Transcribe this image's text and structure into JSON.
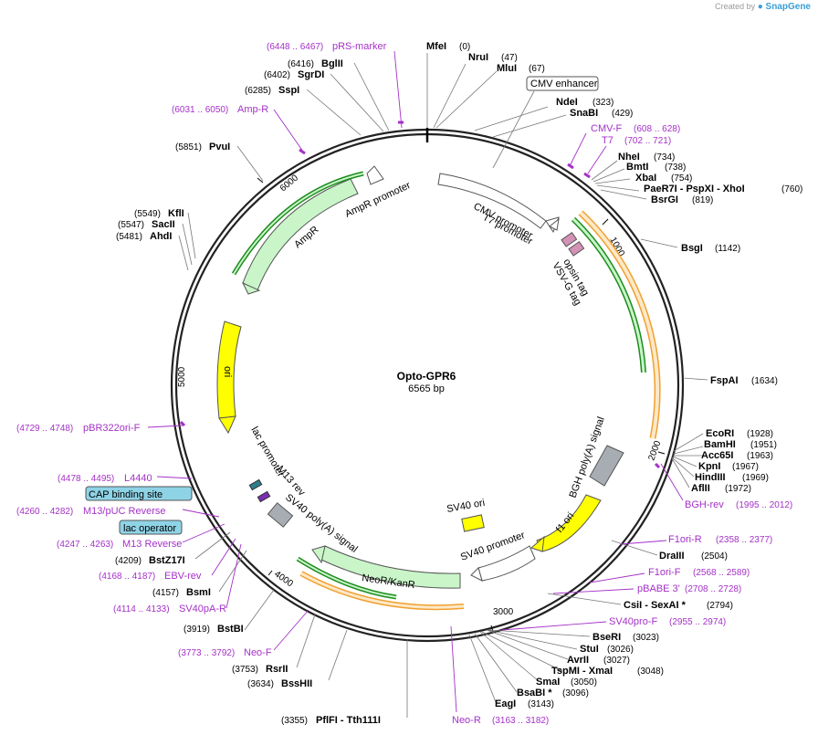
{
  "brand": {
    "prefix": "Created by",
    "name": "SnapGene"
  },
  "plasmid": {
    "name": "Opto-GPR6",
    "length": "6565 bp"
  },
  "ticks": [
    "1000",
    "2000",
    "3000",
    "4000",
    "5000",
    "6000"
  ],
  "sites": [
    {
      "name": "MfeI",
      "pos": "(0)"
    },
    {
      "name": "NruI",
      "pos": "(47)"
    },
    {
      "name": "MluI",
      "pos": "(67)"
    },
    {
      "name": "NdeI",
      "pos": "(323)"
    },
    {
      "name": "SnaBI",
      "pos": "(429)"
    },
    {
      "name": "NheI",
      "pos": "(734)"
    },
    {
      "name": "BmtI",
      "pos": "(738)"
    },
    {
      "name": "XbaI",
      "pos": "(754)"
    },
    {
      "name": "PaeR7I - PspXI - XhoI",
      "pos": "(760)"
    },
    {
      "name": "BsrGI",
      "pos": "(819)"
    },
    {
      "name": "BsgI",
      "pos": "(1142)"
    },
    {
      "name": "FspAI",
      "pos": "(1634)"
    },
    {
      "name": "EcoRI",
      "pos": "(1928)"
    },
    {
      "name": "BamHI",
      "pos": "(1951)"
    },
    {
      "name": "Acc65I",
      "pos": "(1963)"
    },
    {
      "name": "KpnI",
      "pos": "(1967)"
    },
    {
      "name": "HindIII",
      "pos": "(1969)"
    },
    {
      "name": "AflII",
      "pos": "(1972)"
    },
    {
      "name": "DraIII",
      "pos": "(2504)"
    },
    {
      "name": "CsiI - SexAI *",
      "pos": "(2794)"
    },
    {
      "name": "BseRI",
      "pos": "(3023)"
    },
    {
      "name": "StuI",
      "pos": "(3026)"
    },
    {
      "name": "AvrII",
      "pos": "(3027)"
    },
    {
      "name": "TspMI - XmaI",
      "pos": "(3048)"
    },
    {
      "name": "SmaI",
      "pos": "(3050)"
    },
    {
      "name": "BsaBI *",
      "pos": "(3096)"
    },
    {
      "name": "EagI",
      "pos": "(3143)"
    },
    {
      "name": "PflFI - Tth111I",
      "pos": "(3355)"
    },
    {
      "name": "BssHII",
      "pos": "(3634)"
    },
    {
      "name": "RsrII",
      "pos": "(3753)"
    },
    {
      "name": "BstBI",
      "pos": "(3919)"
    },
    {
      "name": "BsmI",
      "pos": "(4157)"
    },
    {
      "name": "BstZ17I",
      "pos": "(4209)"
    },
    {
      "name": "AhdI",
      "pos": "(5481)"
    },
    {
      "name": "SacII",
      "pos": "(5547)"
    },
    {
      "name": "KflI",
      "pos": "(5549)"
    },
    {
      "name": "PvuI",
      "pos": "(5851)"
    },
    {
      "name": "SspI",
      "pos": "(6285)"
    },
    {
      "name": "SgrDI",
      "pos": "(6402)"
    },
    {
      "name": "BglII",
      "pos": "(6416)"
    }
  ],
  "primers": [
    {
      "name": "pRS-marker",
      "range": "(6448 .. 6467)"
    },
    {
      "name": "Amp-R",
      "range": "(6031 .. 6050)"
    },
    {
      "name": "CMV-F",
      "range": "(608 .. 628)"
    },
    {
      "name": "T7",
      "range": "(702 .. 721)"
    },
    {
      "name": "BGH-rev",
      "range": "(1995 .. 2012)"
    },
    {
      "name": "F1ori-R",
      "range": "(2358 .. 2377)"
    },
    {
      "name": "F1ori-F",
      "range": "(2568 .. 2589)"
    },
    {
      "name": "pBABE 3'",
      "range": "(2708 .. 2728)"
    },
    {
      "name": "SV40pro-F",
      "range": "(2955 .. 2974)"
    },
    {
      "name": "Neo-R",
      "range": "(3163 .. 3182)"
    },
    {
      "name": "Neo-F",
      "range": "(3773 .. 3792)"
    },
    {
      "name": "SV40pA-R",
      "range": "(4114 .. 4133)"
    },
    {
      "name": "EBV-rev",
      "range": "(4168 .. 4187)"
    },
    {
      "name": "M13 Reverse",
      "range": "(4247 .. 4263)"
    },
    {
      "name": "M13/pUC Reverse",
      "range": "(4260 .. 4282)"
    },
    {
      "name": "L4440",
      "range": "(4478 .. 4495)"
    },
    {
      "name": "pBR322ori-F",
      "range": "(4729 .. 4748)"
    }
  ],
  "boxed": [
    {
      "name": "CMV enhancer"
    },
    {
      "name": "CAP binding site"
    },
    {
      "name": "lac operator"
    }
  ],
  "features": [
    {
      "name": "CMV promoter"
    },
    {
      "name": "T7 promoter"
    },
    {
      "name": "opsin tag"
    },
    {
      "name": "VSV-G tag"
    },
    {
      "name": "AmpR promoter"
    },
    {
      "name": "AmpR"
    },
    {
      "name": "ori"
    },
    {
      "name": "lac promoter"
    },
    {
      "name": "M13 rev"
    },
    {
      "name": "SV40 poly(A) signal"
    },
    {
      "name": "NeoR/KanR"
    },
    {
      "name": "SV40 promoter"
    },
    {
      "name": "SV40 ori"
    },
    {
      "name": "f1 ori"
    },
    {
      "name": "BGH poly(A) signal"
    }
  ],
  "colors": {
    "backbone": "#222222",
    "primer": "#a431c7",
    "ori": "#ffff00",
    "resistance": "#c9f5c9",
    "insert": "#f0a030",
    "boxfill": "#8fd3e6"
  }
}
